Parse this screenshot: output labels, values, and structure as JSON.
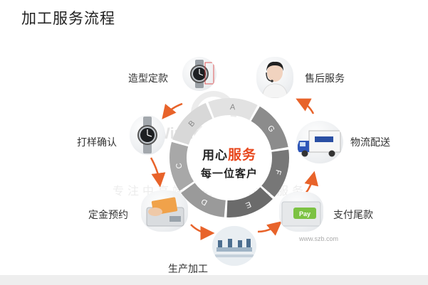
{
  "title": "加工服务流程",
  "center": {
    "line1_prefix": "用心",
    "line1_accent": "服务",
    "line2": "每一位客户"
  },
  "ring_letters": [
    "A",
    "G",
    "F",
    "E",
    "D",
    "C",
    "B"
  ],
  "steps": [
    {
      "label": "造型定款",
      "icon": "watch-icon"
    },
    {
      "label": "售后服务",
      "icon": "customer-service-icon"
    },
    {
      "label": "物流配送",
      "icon": "truck-icon"
    },
    {
      "label": "支付尾款",
      "icon": "pay-button-icon"
    },
    {
      "label": "生产加工",
      "icon": "factory-icon"
    },
    {
      "label": "定金预约",
      "icon": "card-payment-icon"
    },
    {
      "label": "打样确认",
      "icon": "watch-icon"
    }
  ],
  "watermark": {
    "brand": "Window's",
    "subtitle": "专注中高端品牌手表代工服务",
    "url": "www.szb.com"
  },
  "colors": {
    "arrow": "#e8632a",
    "ring_light": "#9a9a9a",
    "ring_dark": "#6b6b6b",
    "accent": "#e8481e"
  }
}
